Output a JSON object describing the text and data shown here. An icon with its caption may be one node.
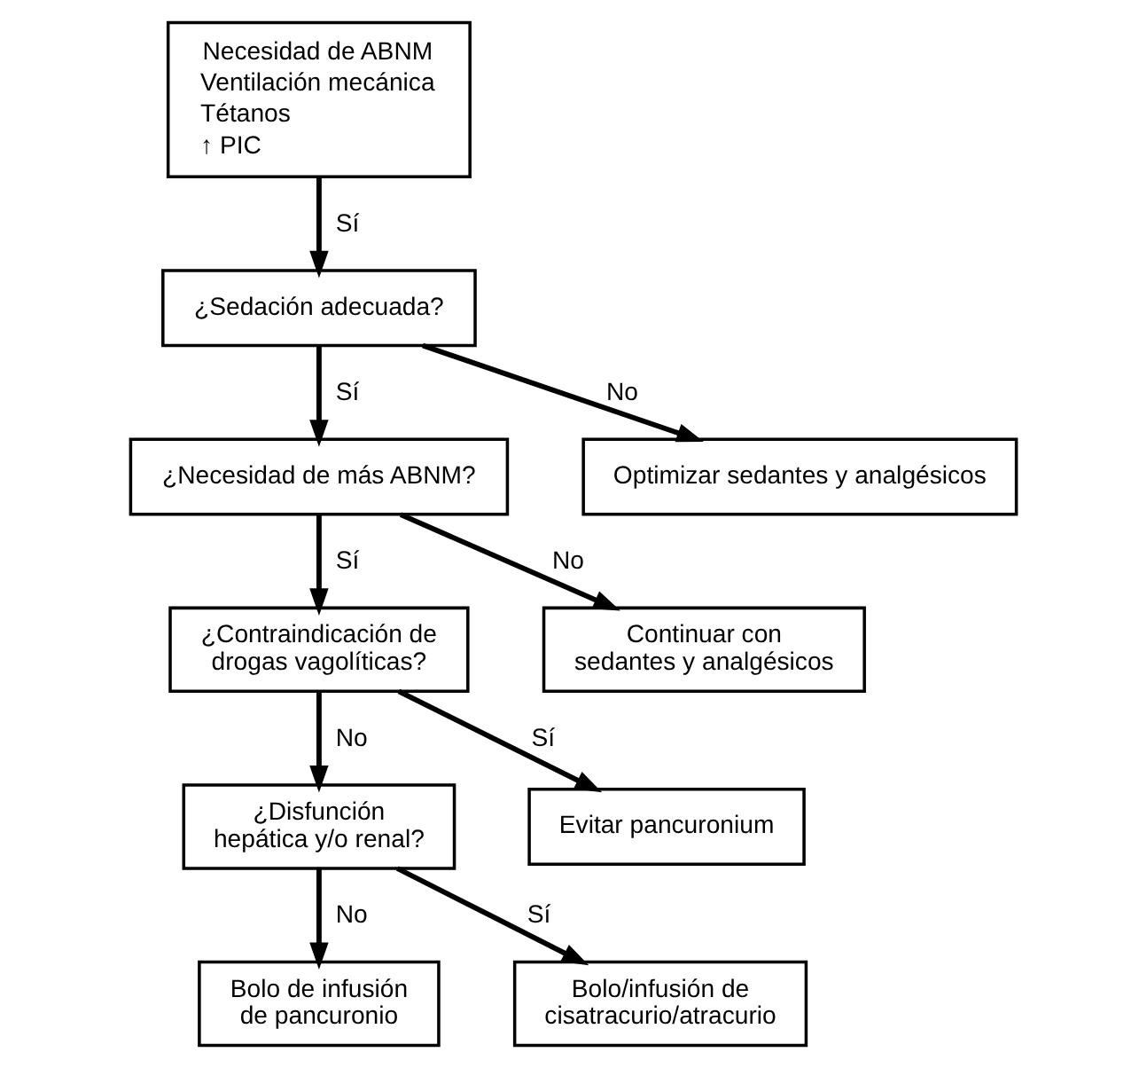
{
  "diagram": {
    "nodes": [
      {
        "text": [
          "Necesidad de ABNM",
          "Ventilación mecánica",
          "Tétanos",
          "↑ PIC"
        ]
      },
      {
        "text": [
          "¿Sedación adecuada?"
        ]
      },
      {
        "text": [
          "¿Necesidad de más ABNM?"
        ]
      },
      {
        "text": [
          "Optimizar sedantes y analgésicos"
        ]
      },
      {
        "text": [
          "¿Contraindicación de drogas vagolíticas?"
        ]
      },
      {
        "text": [
          "Continuar con sedantes y analgésicos"
        ]
      },
      {
        "text": [
          "¿Disfunción hepática y/o renal?"
        ]
      },
      {
        "text": [
          "Evitar pancuronium"
        ]
      },
      {
        "text": [
          "Bolo de infusión de pancuronio"
        ]
      },
      {
        "text": [
          "Bolo/infusión de cisatracurio/atracurio"
        ]
      }
    ],
    "edges": [
      {
        "from": 0,
        "to": 1,
        "arrow": "to",
        "label": "Sí"
      },
      {
        "from": 1,
        "to": 2,
        "arrow": "to",
        "label": "Sí"
      },
      {
        "from": 1,
        "to": 3,
        "arrow": "to",
        "label": "No"
      },
      {
        "from": 2,
        "to": 4,
        "arrow": "to",
        "label": "Sí"
      },
      {
        "from": 2,
        "to": 5,
        "arrow": "to",
        "label": "No"
      },
      {
        "from": 4,
        "to": 6,
        "arrow": "to",
        "label": "No"
      },
      {
        "from": 4,
        "to": 7,
        "arrow": "to",
        "label": "Sí"
      },
      {
        "from": 6,
        "to": 8,
        "arrow": "to",
        "label": "No"
      },
      {
        "from": 6,
        "to": 9,
        "arrow": "to",
        "label": "Sí"
      }
    ]
  }
}
